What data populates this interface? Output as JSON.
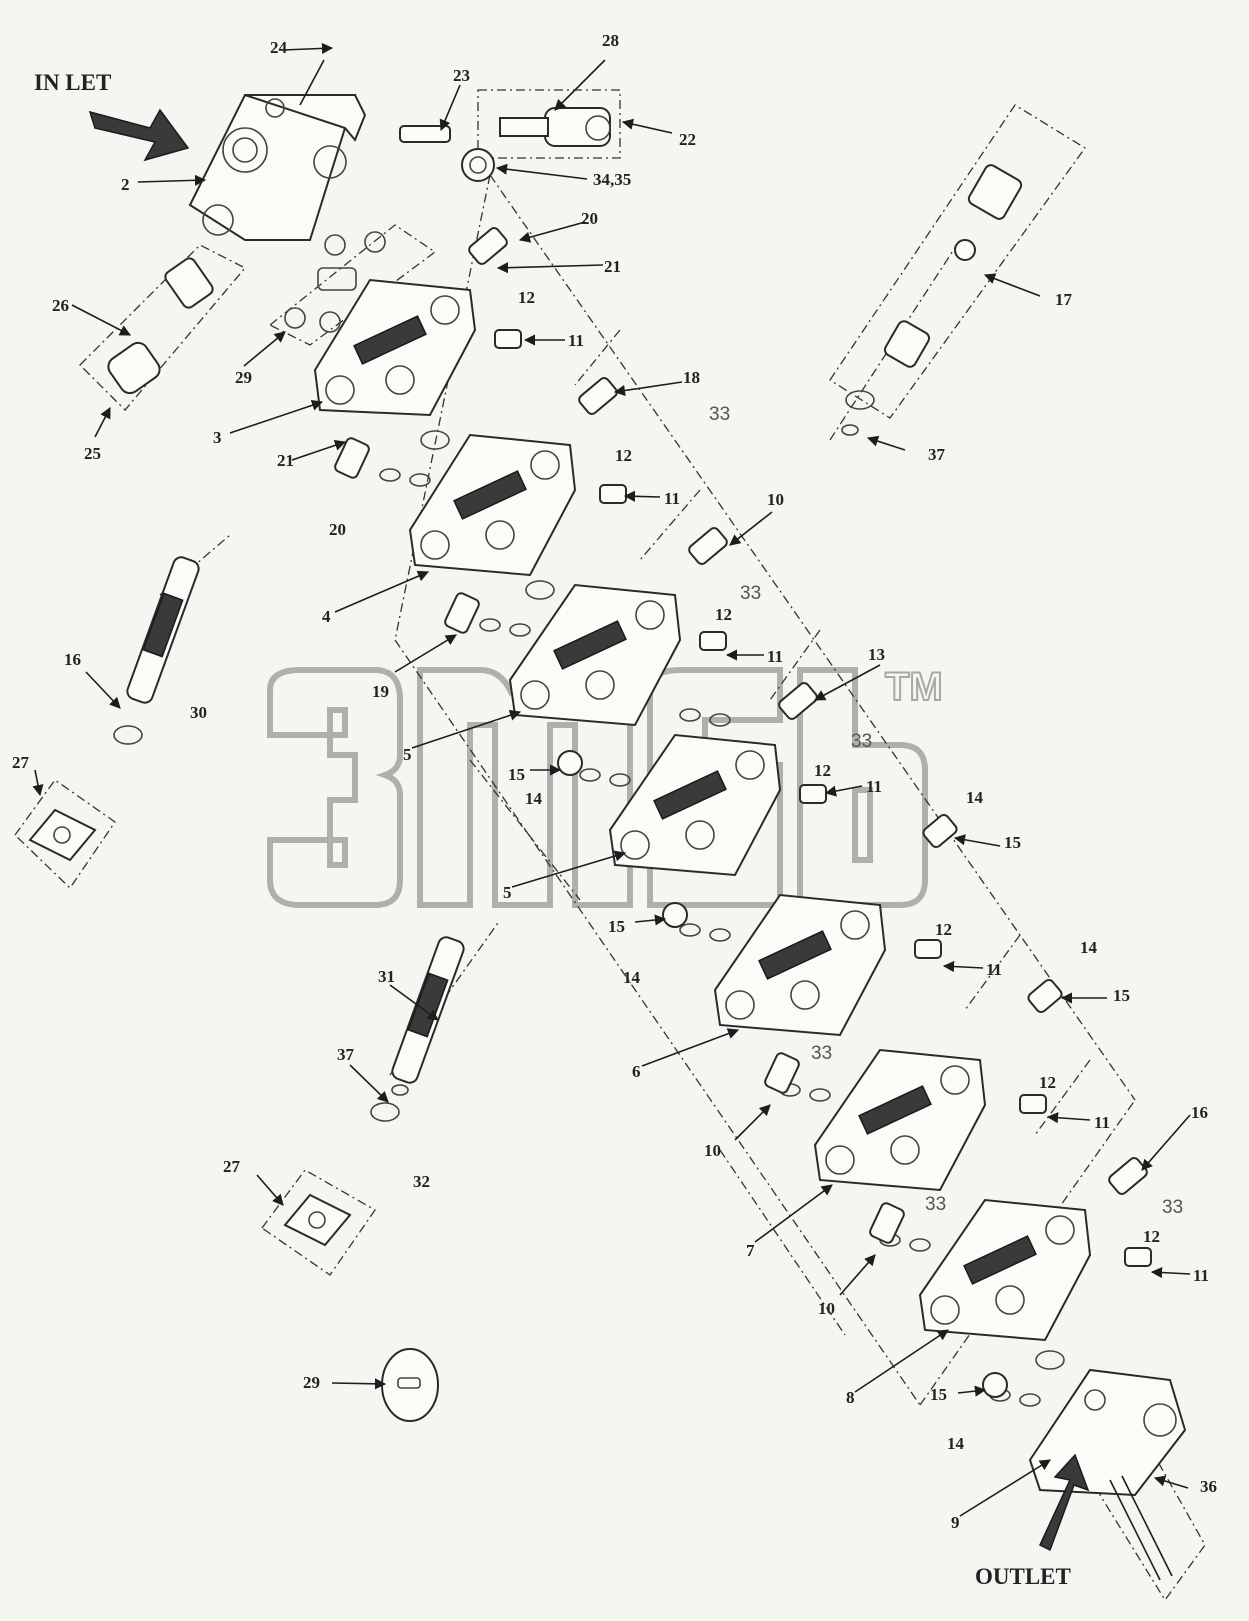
{
  "diagram": {
    "ports": {
      "inlet": "IN LET",
      "outlet": "OUTLET"
    },
    "watermark": {
      "logo_text": "3ma",
      "trademark": "TM"
    },
    "callouts": [
      {
        "id": "c2",
        "text": "2"
      },
      {
        "id": "c3",
        "text": "3"
      },
      {
        "id": "c4",
        "text": "4"
      },
      {
        "id": "c5a",
        "text": "5"
      },
      {
        "id": "c5b",
        "text": "5"
      },
      {
        "id": "c6",
        "text": "6"
      },
      {
        "id": "c7",
        "text": "7"
      },
      {
        "id": "c8",
        "text": "8"
      },
      {
        "id": "c9",
        "text": "9"
      },
      {
        "id": "c10a",
        "text": "10"
      },
      {
        "id": "c10b",
        "text": "10"
      },
      {
        "id": "c10c",
        "text": "10"
      },
      {
        "id": "c11a",
        "text": "11"
      },
      {
        "id": "c11b",
        "text": "11"
      },
      {
        "id": "c11c",
        "text": "11"
      },
      {
        "id": "c11d",
        "text": "11"
      },
      {
        "id": "c11e",
        "text": "11"
      },
      {
        "id": "c11f",
        "text": "11"
      },
      {
        "id": "c11g",
        "text": "11"
      },
      {
        "id": "c12a",
        "text": "12"
      },
      {
        "id": "c12b",
        "text": "12"
      },
      {
        "id": "c12c",
        "text": "12"
      },
      {
        "id": "c12d",
        "text": "12"
      },
      {
        "id": "c12e",
        "text": "12"
      },
      {
        "id": "c12f",
        "text": "12"
      },
      {
        "id": "c12g",
        "text": "12"
      },
      {
        "id": "c13",
        "text": "13"
      },
      {
        "id": "c14a",
        "text": "14"
      },
      {
        "id": "c14b",
        "text": "14"
      },
      {
        "id": "c14c",
        "text": "14"
      },
      {
        "id": "c14d",
        "text": "14"
      },
      {
        "id": "c14e",
        "text": "14"
      },
      {
        "id": "c15a",
        "text": "15"
      },
      {
        "id": "c15b",
        "text": "15"
      },
      {
        "id": "c15c",
        "text": "15"
      },
      {
        "id": "c15d",
        "text": "15"
      },
      {
        "id": "c15e",
        "text": "15"
      },
      {
        "id": "c16a",
        "text": "16"
      },
      {
        "id": "c16b",
        "text": "16"
      },
      {
        "id": "c17",
        "text": "17"
      },
      {
        "id": "c18",
        "text": "18"
      },
      {
        "id": "c19",
        "text": "19"
      },
      {
        "id": "c20a",
        "text": "20"
      },
      {
        "id": "c20b",
        "text": "20"
      },
      {
        "id": "c21a",
        "text": "21"
      },
      {
        "id": "c21b",
        "text": "21"
      },
      {
        "id": "c22",
        "text": "22"
      },
      {
        "id": "c23",
        "text": "23"
      },
      {
        "id": "c24",
        "text": "24"
      },
      {
        "id": "c25",
        "text": "25"
      },
      {
        "id": "c26",
        "text": "26"
      },
      {
        "id": "c27a",
        "text": "27"
      },
      {
        "id": "c27b",
        "text": "27"
      },
      {
        "id": "c28",
        "text": "28"
      },
      {
        "id": "c29a",
        "text": "29"
      },
      {
        "id": "c29b",
        "text": "29"
      },
      {
        "id": "c30",
        "text": "30"
      },
      {
        "id": "c31",
        "text": "31"
      },
      {
        "id": "c32",
        "text": "32"
      },
      {
        "id": "c33a",
        "text": "33"
      },
      {
        "id": "c33b",
        "text": "33"
      },
      {
        "id": "c33c",
        "text": "33"
      },
      {
        "id": "c33d",
        "text": "33"
      },
      {
        "id": "c33e",
        "text": "33"
      },
      {
        "id": "c33f",
        "text": "33"
      },
      {
        "id": "c3435",
        "text": "34,35"
      },
      {
        "id": "c36",
        "text": "36"
      },
      {
        "id": "c37a",
        "text": "37"
      },
      {
        "id": "c37b",
        "text": "37"
      }
    ]
  }
}
